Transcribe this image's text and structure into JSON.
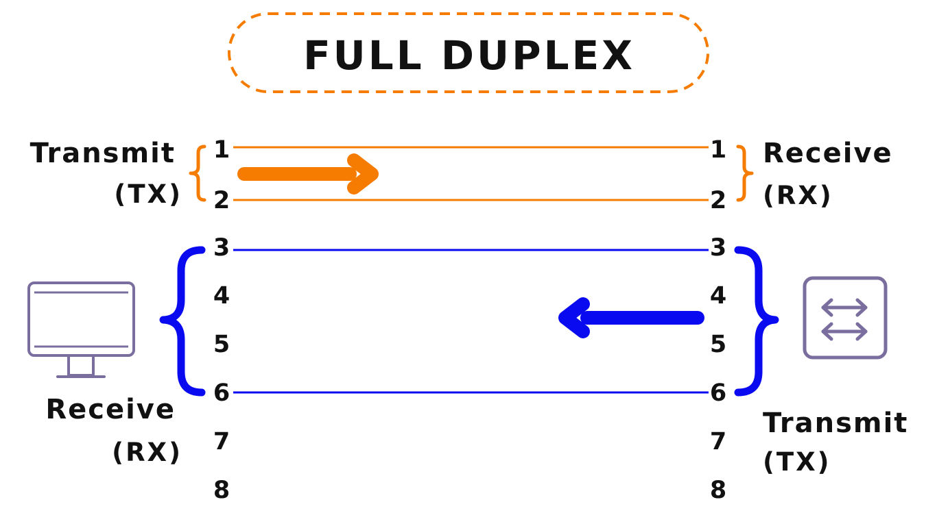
{
  "title": "FULL DUPLEX",
  "pins": [
    "1",
    "2",
    "3",
    "4",
    "5",
    "6",
    "7",
    "8"
  ],
  "colors": {
    "tx_pair": "#F57C00",
    "rx_pair": "#0A0AF0",
    "device_icon": "#7A6E9E",
    "title_border": "#F57C00"
  },
  "left": {
    "top_label": "Transmit",
    "top_sub": "(TX)",
    "bottom_label": "Receive",
    "bottom_sub": "(RX)",
    "device": "computer-monitor-icon"
  },
  "right": {
    "top_label": "Receive",
    "top_sub": "(RX)",
    "bottom_label": "Transmit",
    "bottom_sub": "(TX)",
    "device": "network-switch-icon"
  }
}
